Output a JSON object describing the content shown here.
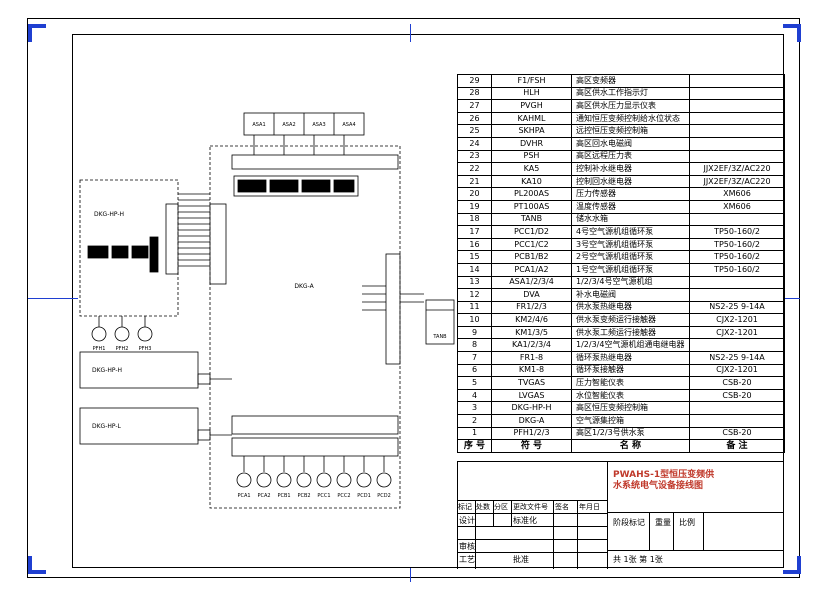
{
  "bom": {
    "header": {
      "seq": "序 号",
      "code": "符 号",
      "name": "名 称",
      "note": "备 注"
    },
    "rows": [
      {
        "seq": "29",
        "code": "F1/FSH",
        "name": "高区变频器",
        "note": ""
      },
      {
        "seq": "28",
        "code": "HLH",
        "name": "高区供水工作指示灯",
        "note": ""
      },
      {
        "seq": "27",
        "code": "PVGH",
        "name": "高区供水压力显示仪表",
        "note": ""
      },
      {
        "seq": "26",
        "code": "KAHML",
        "name": "通知恒压变频控制给水位状态",
        "note": ""
      },
      {
        "seq": "25",
        "code": "SKHPA",
        "name": "远控恒压变频控制箱",
        "note": ""
      },
      {
        "seq": "24",
        "code": "DVHR",
        "name": "高区回水电磁阀",
        "note": ""
      },
      {
        "seq": "23",
        "code": "PSH",
        "name": "高区远程压力表",
        "note": ""
      },
      {
        "seq": "22",
        "code": "KA5",
        "name": "控制补水继电器",
        "note": "JJX2EF/3Z/AC220"
      },
      {
        "seq": "21",
        "code": "KA10",
        "name": "控制回水继电器",
        "note": "JJX2EF/3Z/AC220"
      },
      {
        "seq": "20",
        "code": "PL200AS",
        "name": "压力传感器",
        "note": "XM606"
      },
      {
        "seq": "19",
        "code": "PT100AS",
        "name": "温度传感器",
        "note": "XM606"
      },
      {
        "seq": "18",
        "code": "TANB",
        "name": "储水水箱",
        "note": ""
      },
      {
        "seq": "17",
        "code": "PCC1/D2",
        "name": "4号空气源机组循环泵",
        "note": "TP50-160/2"
      },
      {
        "seq": "16",
        "code": "PCC1/C2",
        "name": "3号空气源机组循环泵",
        "note": "TP50-160/2"
      },
      {
        "seq": "15",
        "code": "PCB1/B2",
        "name": "2号空气源机组循环泵",
        "note": "TP50-160/2"
      },
      {
        "seq": "14",
        "code": "PCA1/A2",
        "name": "1号空气源机组循环泵",
        "note": "TP50-160/2"
      },
      {
        "seq": "13",
        "code": "ASA1/2/3/4",
        "name": "1/2/3/4号空气源机组",
        "note": ""
      },
      {
        "seq": "12",
        "code": "DVA",
        "name": "补水电磁阀",
        "note": ""
      },
      {
        "seq": "11",
        "code": "FR1/2/3",
        "name": "供水泵热继电器",
        "note": "NS2-25 9-14A"
      },
      {
        "seq": "10",
        "code": "KM2/4/6",
        "name": "供水泵变频运行接触器",
        "note": "CJX2-1201"
      },
      {
        "seq": "9",
        "code": "KM1/3/5",
        "name": "供水泵工频运行接触器",
        "note": "CJX2-1201"
      },
      {
        "seq": "8",
        "code": "KA1/2/3/4",
        "name": "1/2/3/4空气源机组通电继电器",
        "note": ""
      },
      {
        "seq": "7",
        "code": "FR1-8",
        "name": "循环泵热继电器",
        "note": "NS2-25 9-14A"
      },
      {
        "seq": "6",
        "code": "KM1-8",
        "name": "循环泵接触器",
        "note": "CJX2-1201"
      },
      {
        "seq": "5",
        "code": "TVGAS",
        "name": "压力智能仪表",
        "note": "CSB-20"
      },
      {
        "seq": "4",
        "code": "LVGAS",
        "name": "水位智能仪表",
        "note": "CSB-20"
      },
      {
        "seq": "3",
        "code": "DKG-HP-H",
        "name": "高区恒压变频控制箱",
        "note": ""
      },
      {
        "seq": "2",
        "code": "DKG-A",
        "name": "空气源集控箱",
        "note": ""
      },
      {
        "seq": "1",
        "code": "PFH1/2/3",
        "name": "高区1/2/3号供水泵",
        "note": "CSB-20"
      }
    ]
  },
  "title_block": {
    "drawing_title": "PWAHS-1型恒压变频供水系统电气设备接线图",
    "row_labels": [
      "标记",
      "处数",
      "分区",
      "更改文件号",
      "签名",
      "年月日"
    ],
    "design": "设计",
    "standardize": "标准化",
    "review": "审核",
    "process": "工艺",
    "approve": "批准",
    "stage_mark": "阶段标记",
    "weight": "重量",
    "scale": "比例",
    "sheets": "共 1张 第 1张"
  },
  "diagram": {
    "main_box": "DKG-A",
    "left_box": "DKG-HP-H",
    "box_h": "DKG-HP-H",
    "box_l": "DKG-HP-L",
    "tank": "TANB",
    "motors_bottom": [
      "PCA1",
      "PCA2",
      "PCB1",
      "PCB2",
      "PCC1",
      "PCC2",
      "PCD1",
      "PCD2"
    ],
    "motors_left": [
      "PFH1",
      "PFH2",
      "PFH3"
    ],
    "top_units": [
      "ASA1",
      "ASA2",
      "ASA3",
      "ASA4"
    ]
  },
  "colors": {
    "frame_blue": "#1f3fd1",
    "title_red": "#c0392b"
  }
}
